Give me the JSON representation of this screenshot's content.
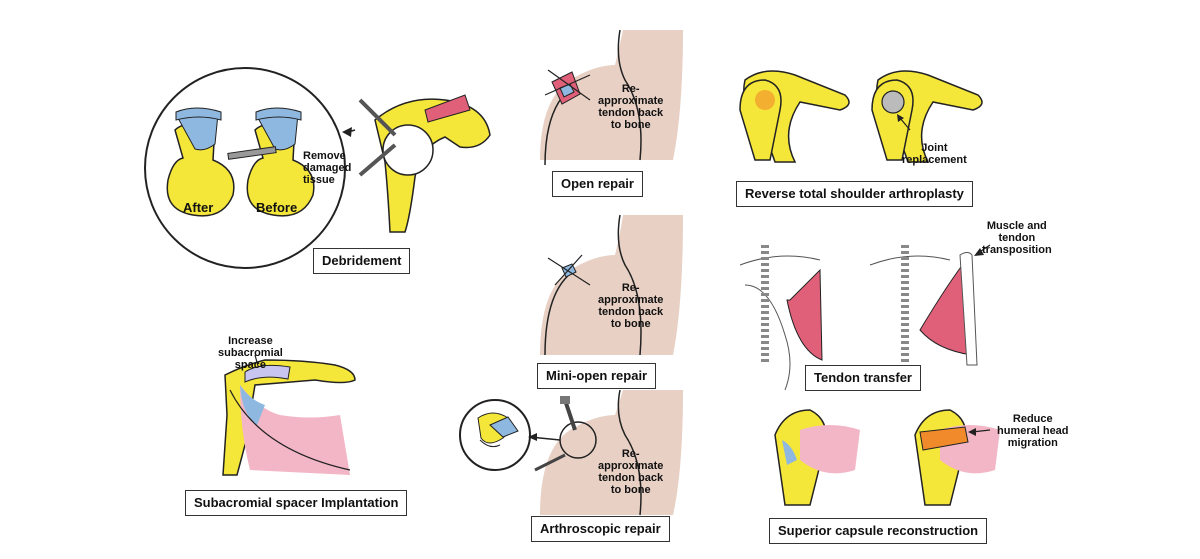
{
  "labels": {
    "debridement": "Debridement",
    "open_repair": "Open repair",
    "mini_open_repair": "Mini-open repair",
    "arthroscopic_repair": "Arthroscopic repair",
    "reverse_tsa": "Reverse total shoulder arthroplasty",
    "tendon_transfer": "Tendon transfer",
    "spacer": "Subacromial spacer Implantation",
    "scr": "Superior capsule reconstruction"
  },
  "notes": {
    "after": "After",
    "before": "Before",
    "remove": [
      "Remove",
      "damaged",
      "tissue"
    ],
    "reapprox_1": [
      "Re-",
      "approximate",
      "tendon back",
      "to bone"
    ],
    "reapprox_2": [
      "Re-",
      "approximate",
      "tendon back",
      "to bone"
    ],
    "reapprox_3": [
      "Re-",
      "approximate",
      "tendon back",
      "to bone"
    ],
    "joint": [
      "Joint",
      "replacement"
    ],
    "muscle": [
      "Muscle and",
      "tendon",
      "transposition"
    ],
    "increase": [
      "Increase",
      "subacromial",
      "space"
    ],
    "reduce": [
      "Reduce",
      "humeral head",
      "migration"
    ]
  },
  "colors": {
    "bone": "#f5e63a",
    "tendon_blue": "#8fb8e0",
    "skin": "#e8d0c4",
    "muscle_red": "#e0607a",
    "muscle_pink": "#f3b6c6",
    "implant_orange": "#f08a2a",
    "outline": "#222222"
  }
}
